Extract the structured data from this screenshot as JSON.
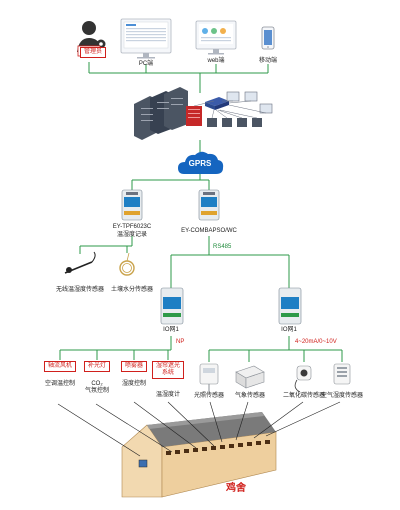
{
  "clients": {
    "admin_label": "管理员",
    "pc_label": "PC端",
    "web_label": "web端",
    "mobile_label": "移动端"
  },
  "network": {
    "gprs_label": "GPRS",
    "rs485_label": "RS485",
    "analog_label": "4~20mA/0~10V",
    "np_label": "NP"
  },
  "devices": {
    "converter_left_name": "EY-TPF6023C",
    "converter_left_desc": "温湿度记录",
    "converter_right_name": "EY-COMBAPSO/WC",
    "io_left_label": "IO网1",
    "io_right_label": "IO网1"
  },
  "sensors_top": {
    "item1": "无线温湿度传感器",
    "item2": "土壤水分传感器"
  },
  "controls": [
    {
      "button": "轴流风机",
      "caption": "空调温控制"
    },
    {
      "button": "补光灯",
      "caption": "CO₂\n气氛控制"
    },
    {
      "button": "喷雾器",
      "caption": "湿度控制"
    },
    {
      "button": "湿帘遮光\n系统",
      "caption": "温湿度计"
    }
  ],
  "sensors_bottom": [
    {
      "caption": "光照传感器"
    },
    {
      "caption": "气象传感器"
    },
    {
      "caption": "二氧化碳传感器"
    },
    {
      "caption": "空气湿度传感器"
    }
  ],
  "barn": {
    "label": "鸡舍"
  },
  "colors": {
    "line_green": "#2e9a48",
    "line_black": "#333333",
    "red": "#d0201c",
    "gprs_blue": "#1565c0",
    "roof": "#7a7a7a",
    "wall": "#f2d9b0"
  }
}
